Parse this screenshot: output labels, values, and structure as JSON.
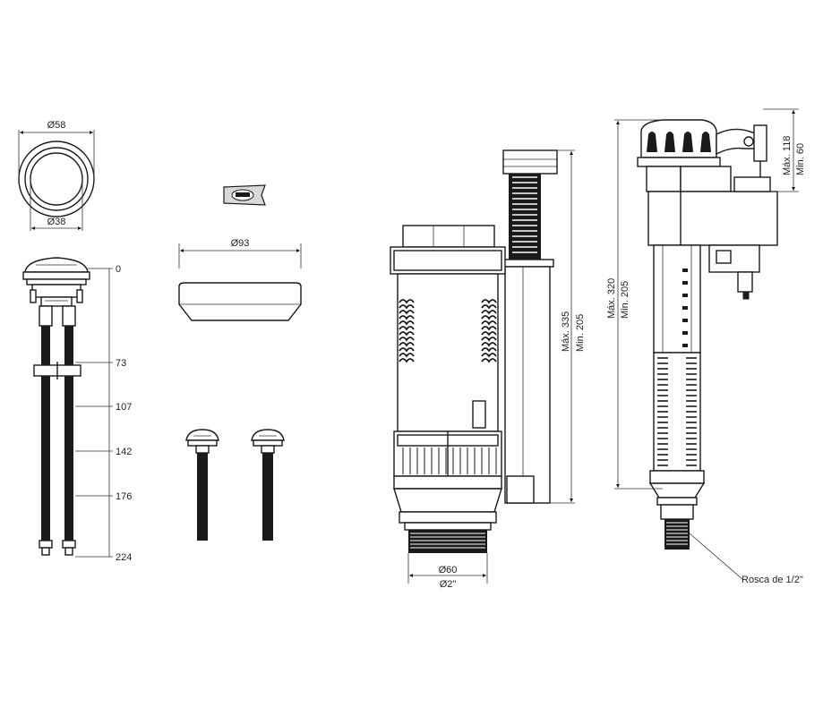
{
  "button": {
    "dia_outer": "Ø58",
    "dia_inner": "Ø38"
  },
  "cable_scale": [
    "0",
    "73",
    "107",
    "142",
    "176",
    "224"
  ],
  "cap": {
    "dia": "Ø93"
  },
  "flush_valve": {
    "dia_60": "Ø60",
    "dia_2in": "Ø2\"",
    "max": "Máx. 335",
    "min": "Min. 205"
  },
  "fill_valve": {
    "max": "Máx. 320",
    "min": "Min. 205",
    "top_max": "Máx. 118",
    "top_min": "Min. 60",
    "thread": "Rosca de 1/2\""
  }
}
